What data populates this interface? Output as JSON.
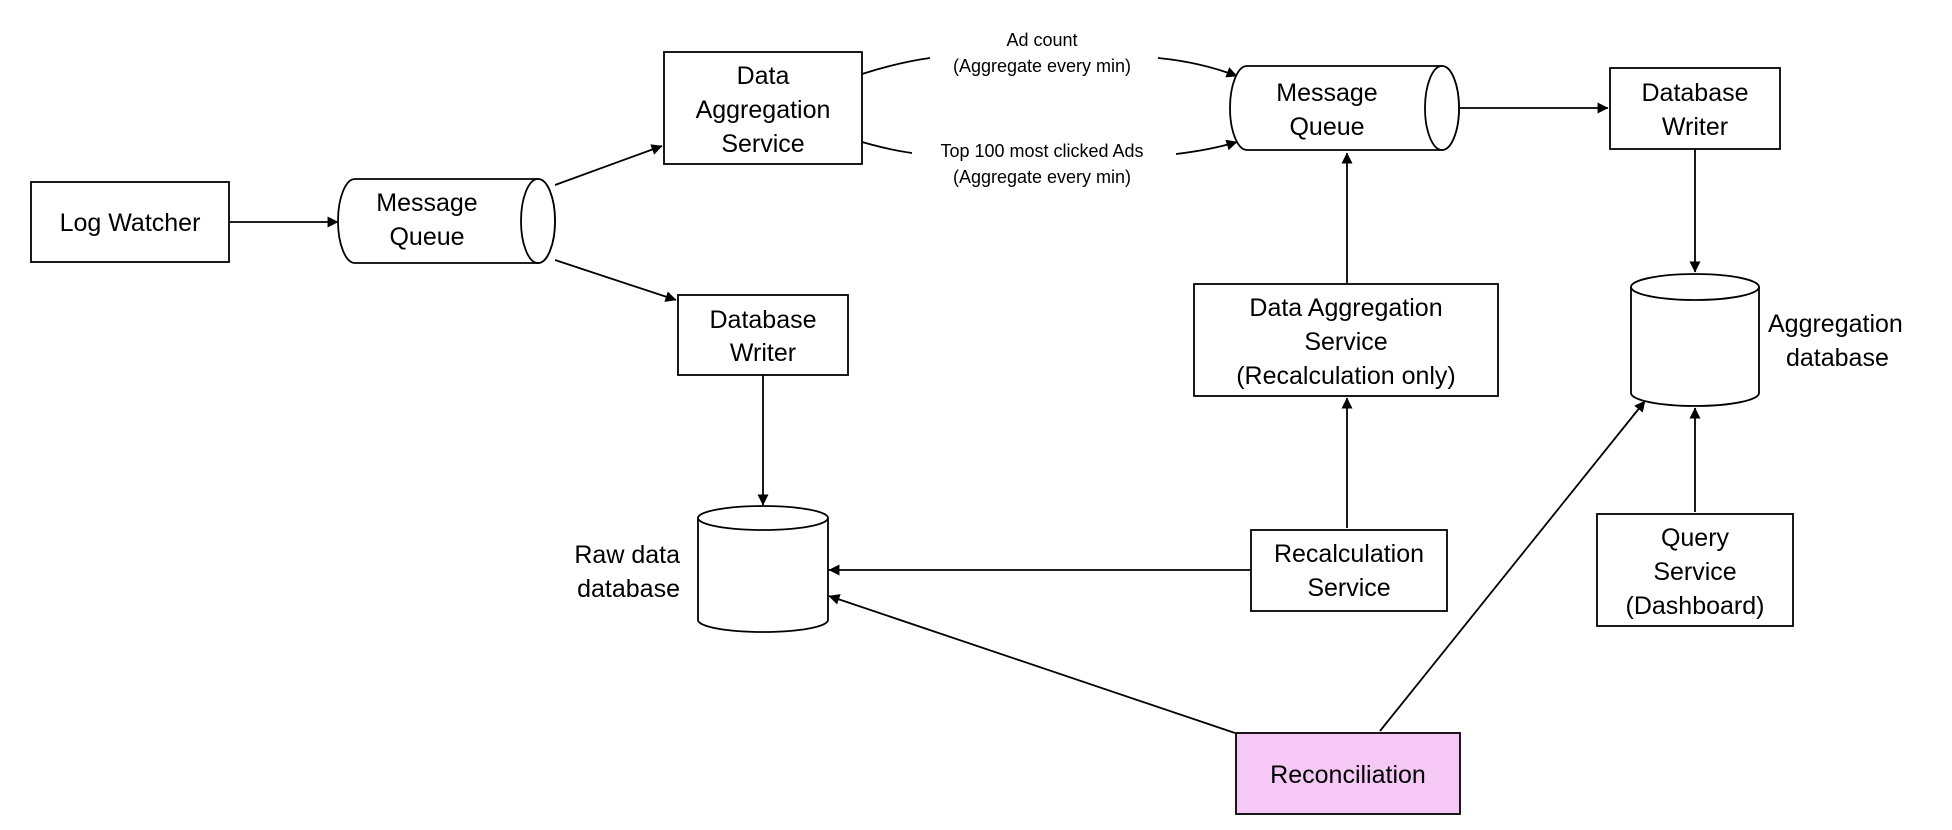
{
  "nodes": {
    "log_watcher": {
      "lines": [
        "Log Watcher"
      ]
    },
    "message_queue_1": {
      "lines": [
        "Message",
        "Queue"
      ]
    },
    "data_aggregation_service": {
      "lines": [
        "Data",
        "Aggregation",
        "Service"
      ]
    },
    "database_writer_1": {
      "lines": [
        "Database",
        "Writer"
      ]
    },
    "message_queue_2": {
      "lines": [
        "Message",
        "Queue"
      ]
    },
    "database_writer_2": {
      "lines": [
        "Database",
        "Writer"
      ]
    },
    "data_aggregation_recalc": {
      "lines": [
        "Data Aggregation",
        "Service",
        "(Recalculation only)"
      ]
    },
    "raw_data_database": {
      "lines": [
        "Raw data",
        "database"
      ]
    },
    "recalculation_service": {
      "lines": [
        "Recalculation",
        "Service"
      ]
    },
    "aggregation_database": {
      "lines": [
        "Aggregation",
        "database"
      ]
    },
    "query_service": {
      "lines": [
        "Query",
        "Service",
        "(Dashboard)"
      ]
    },
    "reconciliation": {
      "lines": [
        "Reconciliation"
      ],
      "fill": "#f5c8f5"
    }
  },
  "edge_labels": {
    "ad_count": [
      "Ad count",
      "(Aggregate every min)"
    ],
    "top_ads": [
      "Top 100 most clicked Ads",
      "(Aggregate every min)"
    ]
  },
  "colors": {
    "stroke": "#000000",
    "background": "#ffffff",
    "reconciliation_fill": "#f5c8f5"
  }
}
